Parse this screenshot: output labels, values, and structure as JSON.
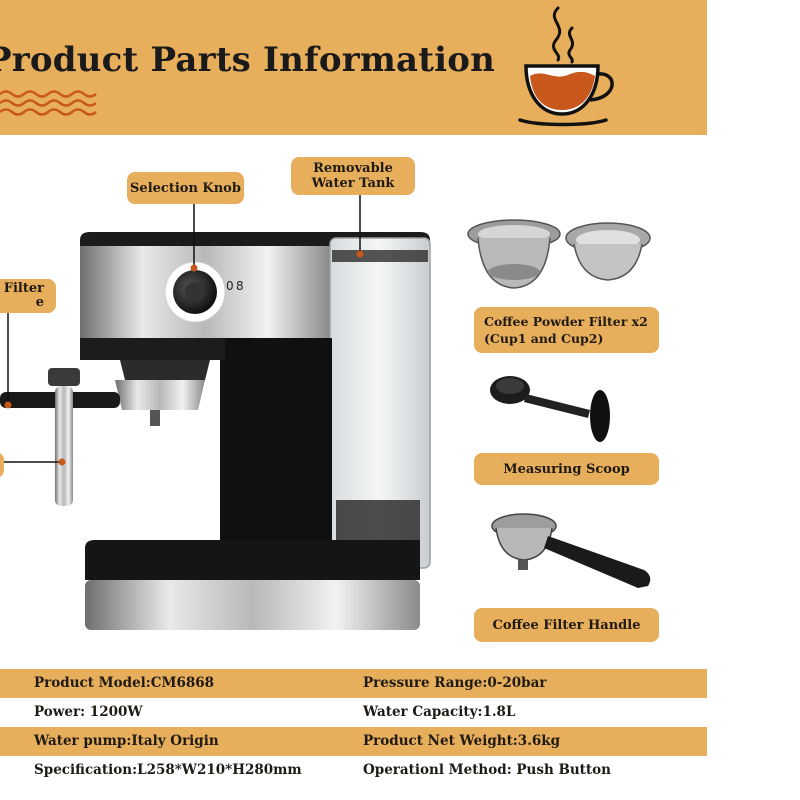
{
  "header": {
    "title": "Product Parts Information",
    "icons": [
      "wave-lines-icon",
      "coffee-cup-icon"
    ]
  },
  "callouts": {
    "selection_knob": "Selection Knob",
    "water_tank": "Removable\nWater Tank",
    "filter_left": "Filter\ne",
    "powder_filter": "Coffee Powder Filter  x2\n(Cup1 and Cup2)",
    "measuring_scoop": "Measuring Scoop",
    "filter_handle": "Coffee Filter Handle"
  },
  "knob_markings": {
    "temp": "0",
    "symbol": "8"
  },
  "specs": [
    {
      "left": "Product Model:CM6868",
      "right": "Pressure Range:0-20bar"
    },
    {
      "left": "Power: 1200W",
      "right": "Water Capacity:1.8L"
    },
    {
      "left": "Water pump:Italy Origin",
      "right": "Product Net Weight:3.6kg"
    },
    {
      "left": "Specification:L258*W210*H280mm",
      "right": "Operationl Method: Push Button"
    }
  ],
  "colors": {
    "accent": "#e7ae5c",
    "text": "#1f1a14",
    "marker": "#c8581c"
  }
}
